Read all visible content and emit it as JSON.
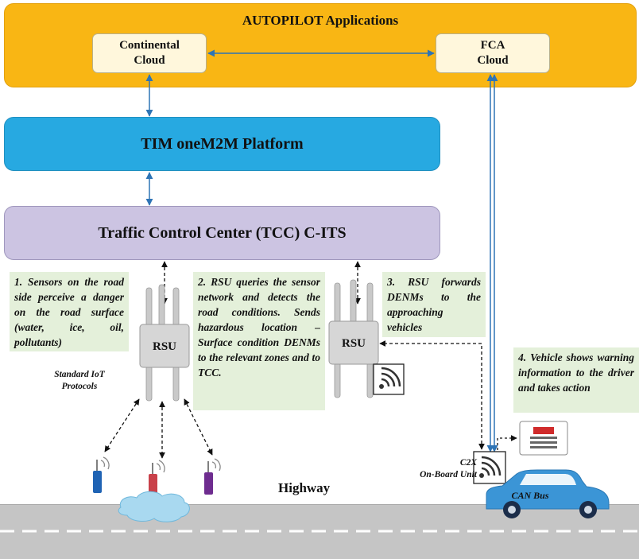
{
  "applications": {
    "title": "AUTOPILOT Applications",
    "continental_line1": "Continental",
    "continental_line2": "Cloud",
    "fca_line1": "FCA",
    "fca_line2": "Cloud"
  },
  "platform": {
    "label": "TIM oneM2M Platform"
  },
  "tcc": {
    "label": "Traffic Control Center (TCC) C-ITS"
  },
  "notes": {
    "step1": "1. Sensors on the road side perceive a danger on the road surface (water, ice, oil, pollutants)",
    "step2": "2. RSU queries the sensor network and detects the road conditions. Sends hazardous location – Surface condition DENMs to the relevant zones and to TCC.",
    "step3": "3. RSU forwards DENMs to the approaching vehicles",
    "step4": "4. Vehicle shows warning information to the driver and takes action"
  },
  "labels": {
    "iot_line1": "Standard IoT",
    "iot_line2": "Protocols",
    "rsu": "RSU",
    "c2x_line1": "C2X",
    "c2x_line2": "On-Board Unit",
    "can_bus": "CAN Bus",
    "highway": "Highway"
  },
  "colors": {
    "applications_bg": "#f9b614",
    "platform_bg": "#27a9e1",
    "tcc_bg": "#ccc4e2",
    "note_bg": "#e4f0da",
    "connector": "#2e74b5",
    "car": "#3b95d6",
    "sensor_blue": "#1f63b4",
    "sensor_red": "#c9414a",
    "sensor_purple": "#6e2c8f"
  },
  "icons": [
    "wifi-icon",
    "antenna-icon",
    "display-icon",
    "car-icon",
    "puddle-icon"
  ]
}
